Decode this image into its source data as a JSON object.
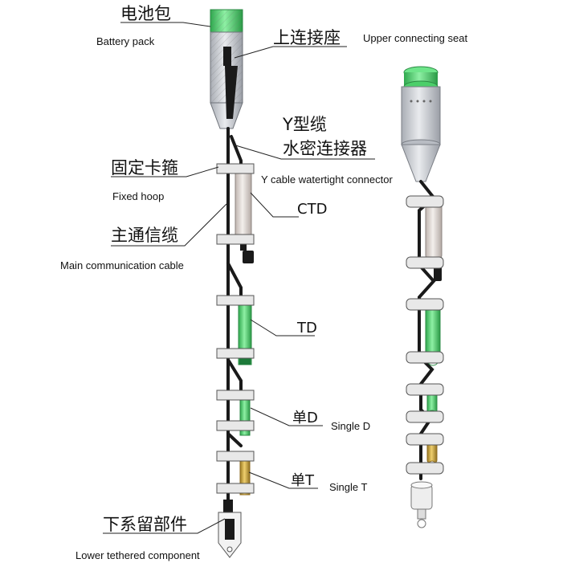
{
  "labels": {
    "battery_zh": "电池包",
    "battery_en": "Battery pack",
    "upper_seat_zh": "上连接座",
    "upper_seat_en": "Upper connecting seat",
    "y_cable_zh_1": "Y型缆",
    "y_cable_zh_2": "水密连接器",
    "y_cable_en": "Y cable watertight connector",
    "hoop_zh": "固定卡箍",
    "hoop_en": "Fixed hoop",
    "ctd": "CTD",
    "main_cable_zh": "主通信缆",
    "main_cable_en": "Main communication cable",
    "td": "TD",
    "single_d_zh": "单D",
    "single_d_en": "Single D",
    "single_t_zh": "单T",
    "single_t_en": "Single T",
    "lower_zh": "下系留部件",
    "lower_en": "Lower tethered component"
  },
  "colors": {
    "battery_green": "#5ee07a",
    "hull_gray": "#c9ccd2",
    "cable": "#1a1a1a",
    "ctd_body": "#d8d0cc",
    "td_green": "#3fbf62",
    "single_d_green": "#4ccf5a",
    "single_t_gold": "#c9a240",
    "hoop": "#e8e8e8"
  }
}
